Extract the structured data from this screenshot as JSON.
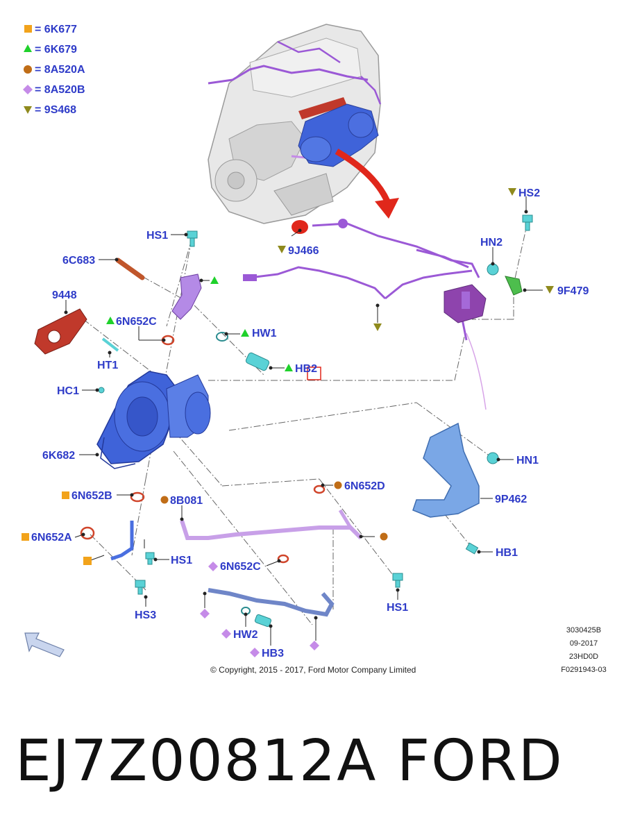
{
  "colors": {
    "callout_text": "#2e3bc8",
    "square": "#f2a31b",
    "triangle_green": "#1fd12b",
    "circle_brown": "#c06d17",
    "diamond_purple": "#c58be8",
    "triangle_olive": "#8f8a1d",
    "leader": "#555555",
    "red_arrow": "#e0271b",
    "part_blue": "#3f63d9",
    "part_purple": "#9b59d6",
    "part_cyan": "#5ad2d6",
    "part_lightblue": "#7aa7e6",
    "gasket_red": "#c0392b"
  },
  "legend": [
    {
      "symbol": "square",
      "label": "6K677"
    },
    {
      "symbol": "triangle-up",
      "label": "6K679"
    },
    {
      "symbol": "circle",
      "label": "8A520A"
    },
    {
      "symbol": "diamond",
      "label": "8A520B"
    },
    {
      "symbol": "triangle-down",
      "label": "9S468"
    }
  ],
  "callouts": {
    "hs2": "HS2",
    "hs1_top": "HS1",
    "c6c683": "6C683",
    "c9j466": "9J466",
    "hn2": "HN2",
    "c9f479": "9F479",
    "c9448": "9448",
    "c6n652c_top": "6N652C",
    "hw1": "HW1",
    "ht1": "HT1",
    "hb2": "HB2",
    "hc1": "HC1",
    "c6k682": "6K682",
    "hn1": "HN1",
    "c9p462": "9P462",
    "c6n652d": "6N652D",
    "c6n652b": "6N652B",
    "c8b081": "8B081",
    "c6n652a": "6N652A",
    "hs1_mid": "HS1",
    "c6n652c_bot": "6N652C",
    "hb1": "HB1",
    "hs3": "HS3",
    "hw2": "HW2",
    "hb3": "HB3",
    "hs1_right": "HS1"
  },
  "footer": {
    "copyright": "© Copyright, 2015 - 2017, Ford Motor Company Limited",
    "ref_1": "3030425B",
    "ref_2": "09-2017",
    "ref_3": "23HD0D",
    "ref_4": "F0291943-03"
  },
  "caption": {
    "part_number": "EJ7Z00812A",
    "brand": "FORD"
  }
}
